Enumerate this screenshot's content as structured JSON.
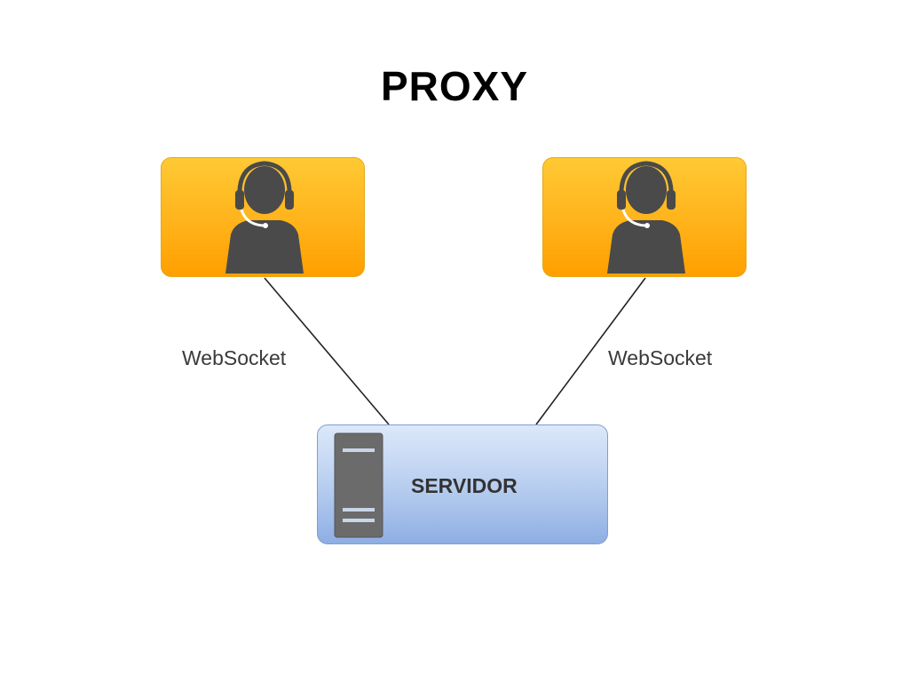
{
  "title": "PROXY",
  "clients": [
    {
      "icon": "user-headset-icon",
      "connection_label": "WebSocket"
    },
    {
      "icon": "user-headset-icon",
      "connection_label": "WebSocket"
    }
  ],
  "server": {
    "icon": "server-tower-icon",
    "label": "SERVIDOR"
  },
  "colors": {
    "client_fill": "#ffb31a",
    "client_border": "#e6a817",
    "server_fill": "#b9cff0",
    "server_border": "#7f9fd1",
    "icon": "#4a4a4a"
  }
}
